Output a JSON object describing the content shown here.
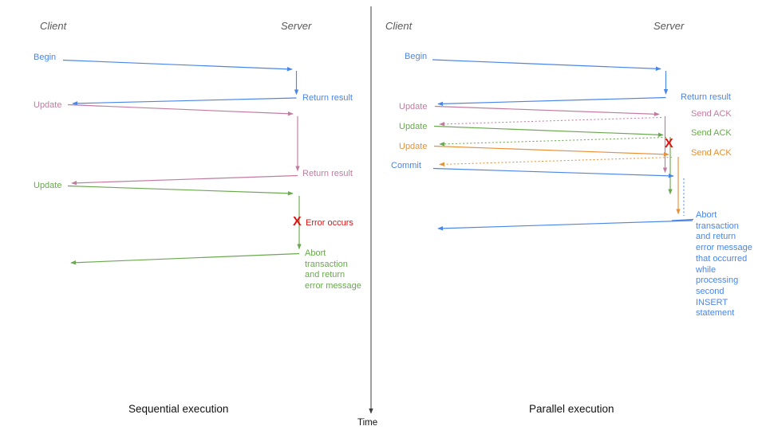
{
  "colors": {
    "blue": "#4a86e8",
    "pink": "#c27ba0",
    "green": "#6aa84f",
    "orange": "#e69138",
    "red": "#e01313",
    "gray": "#595959",
    "axis": "#3d3d3d",
    "black": "#111111"
  },
  "time_axis": {
    "label": "Time"
  },
  "left_panel": {
    "title": "Sequential execution",
    "client_header": "Client",
    "server_header": "Server",
    "messages": {
      "begin": "Begin",
      "return_result_1": "Return result",
      "update_1": "Update",
      "return_result_2": "Return result",
      "update_2": "Update",
      "error_x": "X",
      "error_occurs": "Error occurs",
      "abort": "Abort\ntransaction\nand return\nerror message"
    }
  },
  "right_panel": {
    "title": "Parallel execution",
    "client_header": "Client",
    "server_header": "Server",
    "messages": {
      "begin": "Begin",
      "return_result": "Return result",
      "update_1": "Update",
      "send_ack_1": "Send ACK",
      "update_2": "Update",
      "send_ack_2": "Send ACK",
      "update_3": "Update",
      "send_ack_3": "Send ACK",
      "commit": "Commit",
      "error_x": "X",
      "abort": "Abort\ntransaction\nand return\nerror message\nthat occurred\nwhile\nprocessing\nsecond\nINSERT\nstatement"
    }
  }
}
